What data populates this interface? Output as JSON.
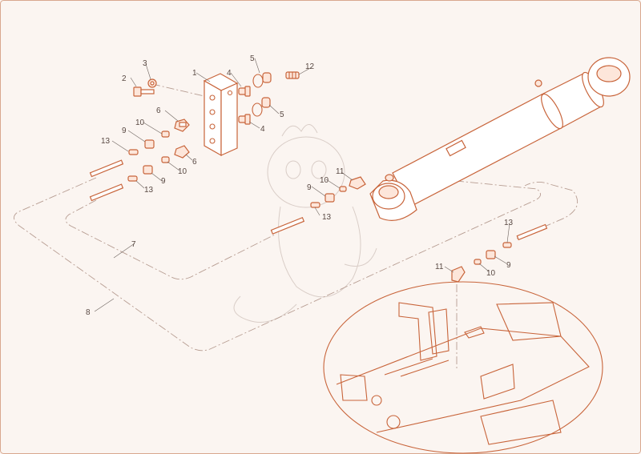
{
  "diagram": {
    "callouts": [
      {
        "id": "c1",
        "text": "1"
      },
      {
        "id": "c2",
        "text": "2"
      },
      {
        "id": "c3",
        "text": "3"
      },
      {
        "id": "c4a",
        "text": "4"
      },
      {
        "id": "c4b",
        "text": "4"
      },
      {
        "id": "c5a",
        "text": "5"
      },
      {
        "id": "c5b",
        "text": "5"
      },
      {
        "id": "c6a",
        "text": "6"
      },
      {
        "id": "c6b",
        "text": "6"
      },
      {
        "id": "c7",
        "text": "7"
      },
      {
        "id": "c8",
        "text": "8"
      },
      {
        "id": "c9a",
        "text": "9"
      },
      {
        "id": "c9b",
        "text": "9"
      },
      {
        "id": "c9c",
        "text": "9"
      },
      {
        "id": "c9d",
        "text": "9"
      },
      {
        "id": "c10a",
        "text": "10"
      },
      {
        "id": "c10b",
        "text": "10"
      },
      {
        "id": "c10c",
        "text": "10"
      },
      {
        "id": "c10d",
        "text": "10"
      },
      {
        "id": "c11a",
        "text": "11"
      },
      {
        "id": "c11b",
        "text": "11"
      },
      {
        "id": "c12",
        "text": "12"
      },
      {
        "id": "c13a",
        "text": "13"
      },
      {
        "id": "c13b",
        "text": "13"
      },
      {
        "id": "c13c",
        "text": "13"
      },
      {
        "id": "c13d",
        "text": "13"
      }
    ],
    "colors": {
      "line": "#c8643a",
      "fill": "#fde6da",
      "text": "#5a4a44",
      "background": "#fbf5f1"
    }
  }
}
